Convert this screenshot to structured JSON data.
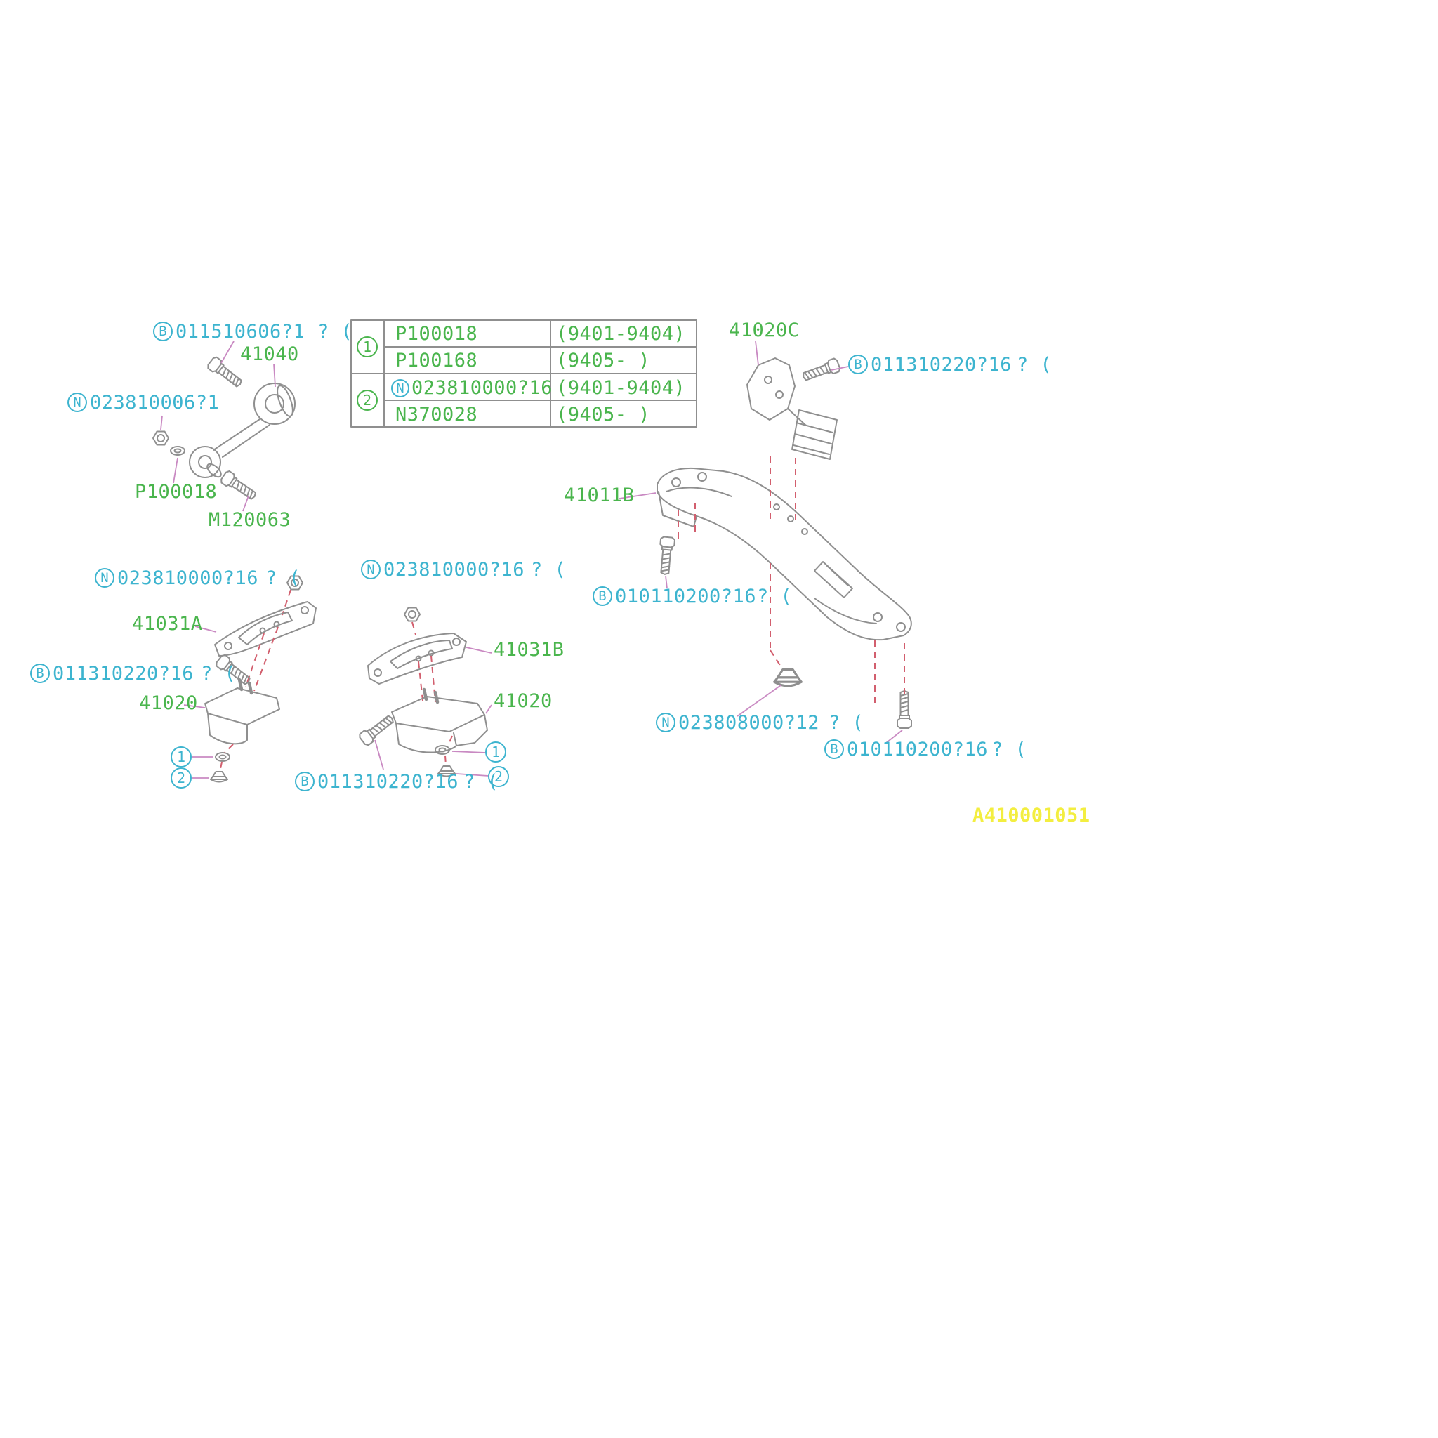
{
  "colors": {
    "part_label": "#4ab54d",
    "fastener_label": "#3db4cf",
    "figure_code": "#f3ee40",
    "drawing_line": "#8f8f8f",
    "leader_line": "#c989c2",
    "dash_line": "#d25f6e"
  },
  "symbols": {
    "b": "B",
    "n": "N",
    "one": "1",
    "two": "2"
  },
  "figure": {
    "code": "A410001051"
  },
  "table": {
    "rows": [
      {
        "group": "1",
        "part": "P100018",
        "range": "(9401-9404)"
      },
      {
        "part": "P100168",
        "range": "(9405-    )"
      },
      {
        "group": "2",
        "prefix": "N",
        "part": "023810000?16",
        "range": "(9401-9404)"
      },
      {
        "part": "N370028",
        "range": "(9405-    )"
      }
    ]
  },
  "parts": {
    "stopper_rod": "41040",
    "stopper_washer": "P100018",
    "stopper_bolt": "M120063",
    "left_bracket": "41031A",
    "left_mount": "41020",
    "center_bracket": "41031B",
    "center_mount": "41020",
    "rear_bracket": "41020C",
    "crossmember": "41011B"
  },
  "fasteners": {
    "stopper_pivot_bolt": {
      "prefix": "B",
      "number": "011510606?1",
      "tail": "? ("
    },
    "stopper_nut": {
      "prefix": "N",
      "number": "023810006?1",
      "tail": ""
    },
    "left_mount_nut": {
      "prefix": "N",
      "number": "023810000?16",
      "tail": "? ("
    },
    "left_mount_bolt": {
      "prefix": "B",
      "number": "011310220?16",
      "tail": "? ("
    },
    "center_mount_nut": {
      "prefix": "N",
      "number": "023810000?16",
      "tail": "? ("
    },
    "center_mount_bolt": {
      "prefix": "B",
      "number": "011310220?16",
      "tail": "? ("
    },
    "rear_bracket_bolt": {
      "prefix": "B",
      "number": "011310220?16",
      "tail": "? ("
    },
    "crossmember_front_bolt": {
      "prefix": "B",
      "number": "010110200?16",
      "tail": "? ("
    },
    "crossmember_nut": {
      "prefix": "N",
      "number": "023808000?12",
      "tail": "? ("
    },
    "crossmember_rear_bolt": {
      "prefix": "B",
      "number": "010110200?16",
      "tail": "? ("
    }
  }
}
